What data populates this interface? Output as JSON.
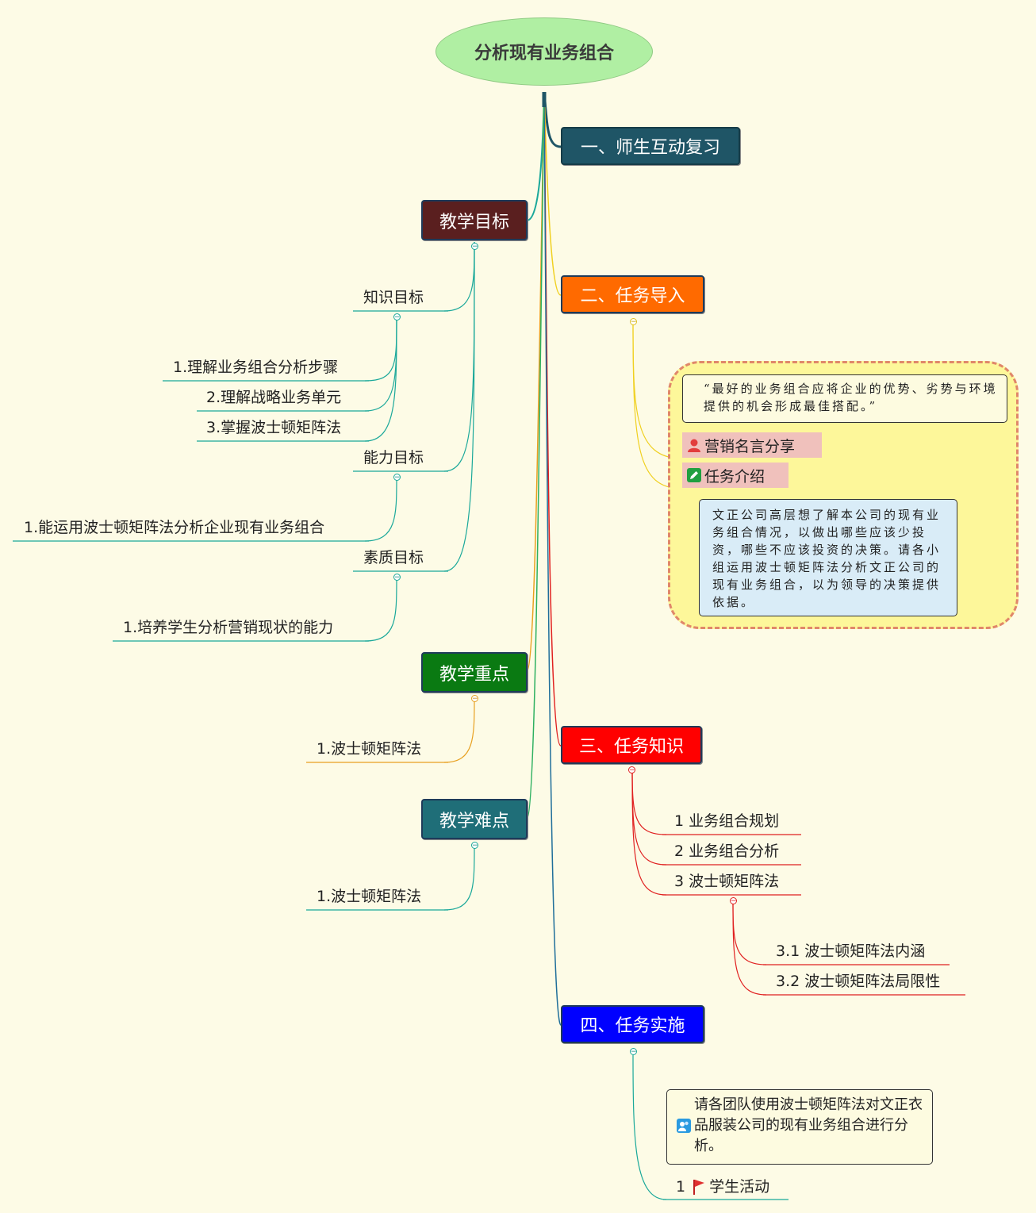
{
  "root": "分析现有业务组合",
  "right": {
    "review": "一、师生互动复习",
    "intro": {
      "label": "二、任务导入",
      "quote": "“最好的业务组合应将企业的优势、劣势与环境提供的机会形成最佳搭配。”",
      "quote_tag": "营销名言分享",
      "task_tag": "任务介绍",
      "task_text": "文正公司高层想了解本公司的现有业务组合情况，以做出哪些应该少投资，哪些不应该投资的决策。请各小组运用波士顿矩阵法分析文正公司的现有业务组合，以为领导的决策提供依据。"
    },
    "knowledge": {
      "label": "三、任务知识",
      "items": [
        "1 业务组合规划",
        "2 业务组合分析",
        "3 波士顿矩阵法"
      ],
      "sub_items": [
        "3.1 波士顿矩阵法内涵",
        "3.2 波士顿矩阵法局限性"
      ]
    },
    "practice": {
      "label": "四、任务实施",
      "note": "请各团队使用波士顿矩阵法对文正衣品服装公司的现有业务组合进行分析。",
      "activity_num": "1",
      "activity": "学生活动"
    }
  },
  "left": {
    "goals": {
      "label": "教学目标",
      "knowledge_label": "知识目标",
      "knowledge_items": [
        "1.理解业务组合分析步骤",
        "2.理解战略业务单元",
        "3.掌握波士顿矩阵法"
      ],
      "ability_label": "能力目标",
      "ability_items": [
        "1.能运用波士顿矩阵法分析企业现有业务组合"
      ],
      "quality_label": "素质目标",
      "quality_items": [
        "1.培养学生分析营销现状的能力"
      ]
    },
    "focus": {
      "label": "教学重点",
      "items": [
        "1.波士顿矩阵法"
      ]
    },
    "difficulty": {
      "label": "教学难点",
      "items": [
        "1.波士顿矩阵法"
      ]
    }
  },
  "colors": {
    "review": "#1f5566",
    "intro": "#ff6a00",
    "knowledge": "#ff0000",
    "practice": "#0000ff",
    "goals": "#5a1f1f",
    "focus": "#0a7a12",
    "difficulty": "#1f6e78",
    "teal_line": "#1aa89a",
    "orange_line": "#e8a020",
    "red_line": "#e02020"
  }
}
